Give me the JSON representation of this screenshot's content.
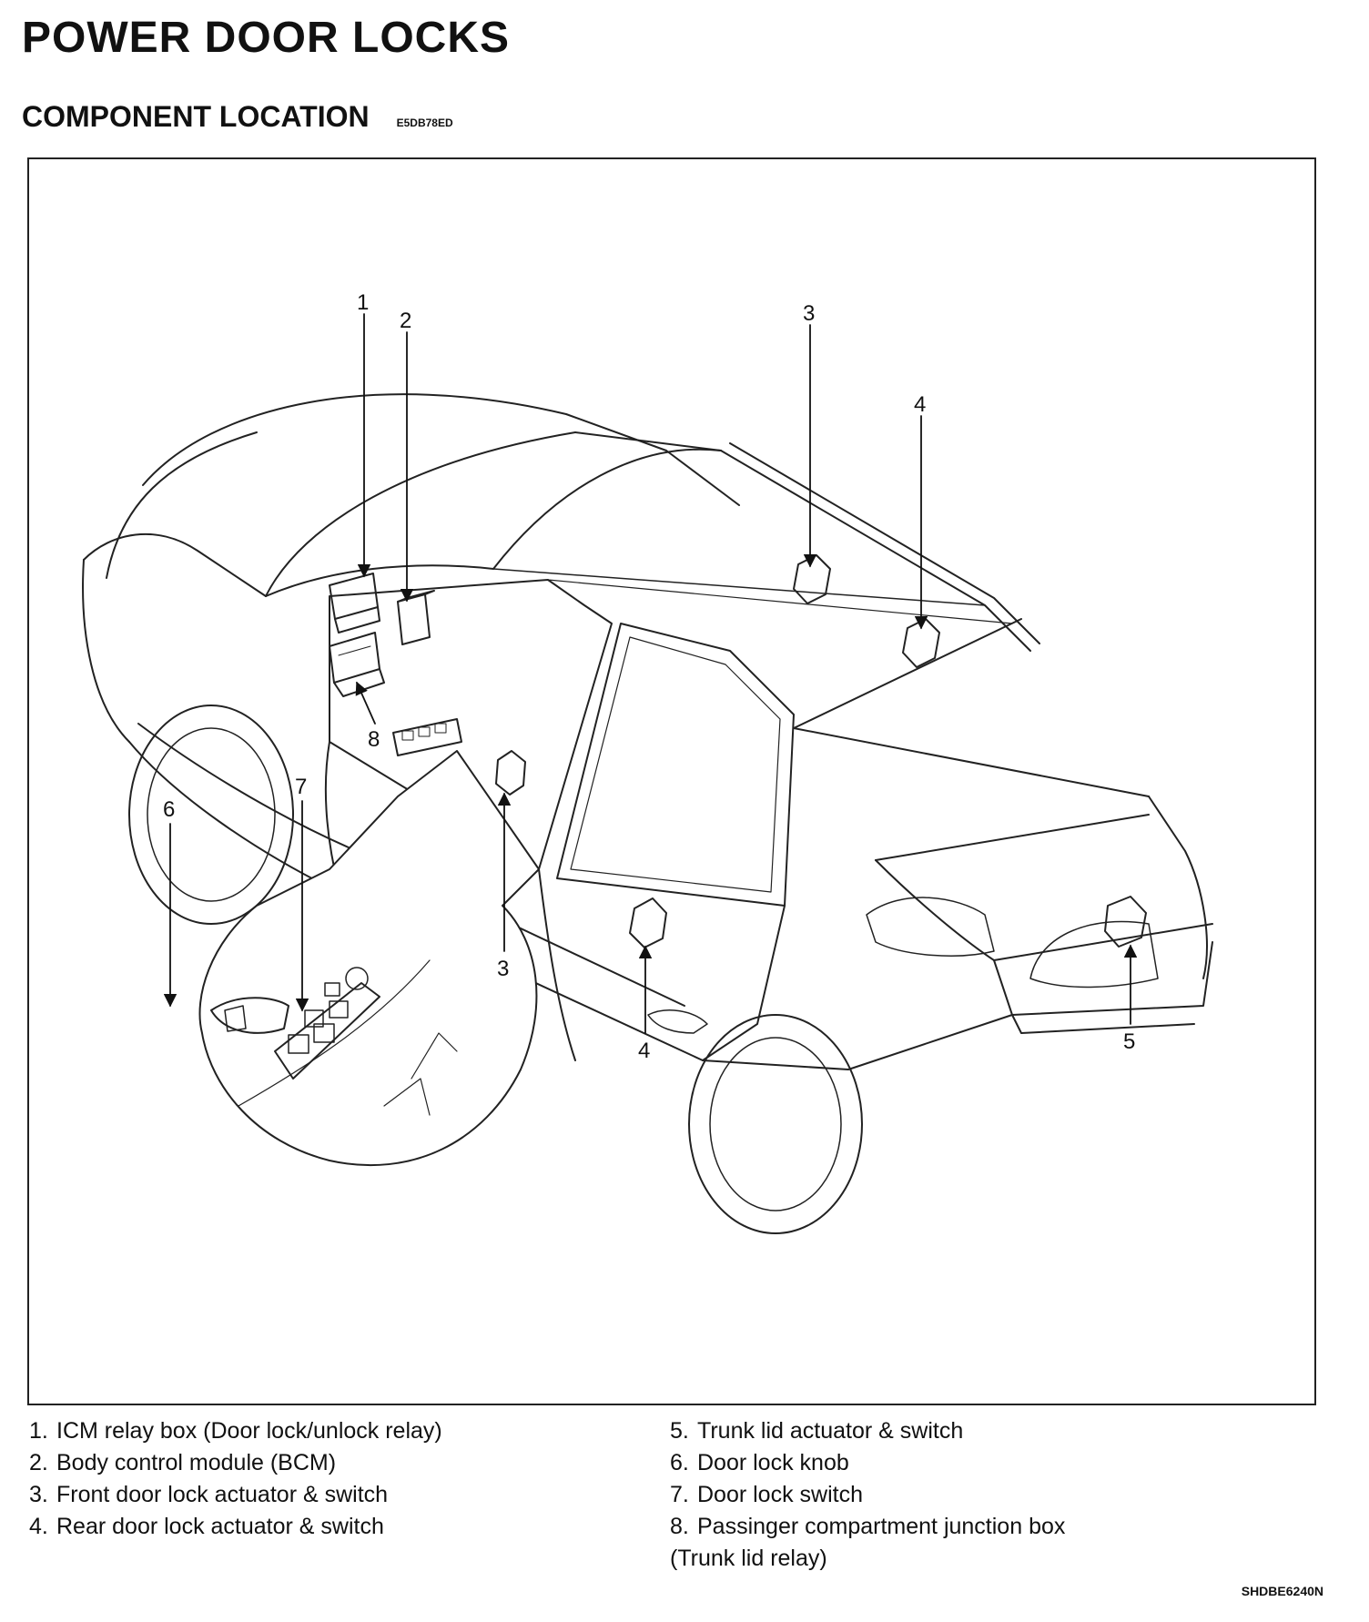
{
  "header": {
    "title": "POWER DOOR LOCKS",
    "subtitle": "COMPONENT LOCATION",
    "code": "E5DB78ED"
  },
  "callouts": {
    "c1": "1",
    "c2": "2",
    "c3a": "3",
    "c3b": "3",
    "c4a": "4",
    "c4b": "4",
    "c5": "5",
    "c6": "6",
    "c7": "7",
    "c8": "8"
  },
  "legend": {
    "left": [
      {
        "num": "1.",
        "text": "ICM relay box (Door lock/unlock relay)"
      },
      {
        "num": "2.",
        "text": "Body control module (BCM)"
      },
      {
        "num": "3.",
        "text": "Front door lock actuator & switch"
      },
      {
        "num": "4.",
        "text": "Rear door lock actuator & switch"
      }
    ],
    "right": [
      {
        "num": "5.",
        "text": "Trunk lid actuator & switch"
      },
      {
        "num": "6.",
        "text": "Door lock knob"
      },
      {
        "num": "7.",
        "text": "Door lock switch"
      },
      {
        "num": "8.",
        "text": "Passinger compartment junction box",
        "cont": "(Trunk lid relay)"
      }
    ]
  },
  "figure_ref": "SHDBE6240N"
}
